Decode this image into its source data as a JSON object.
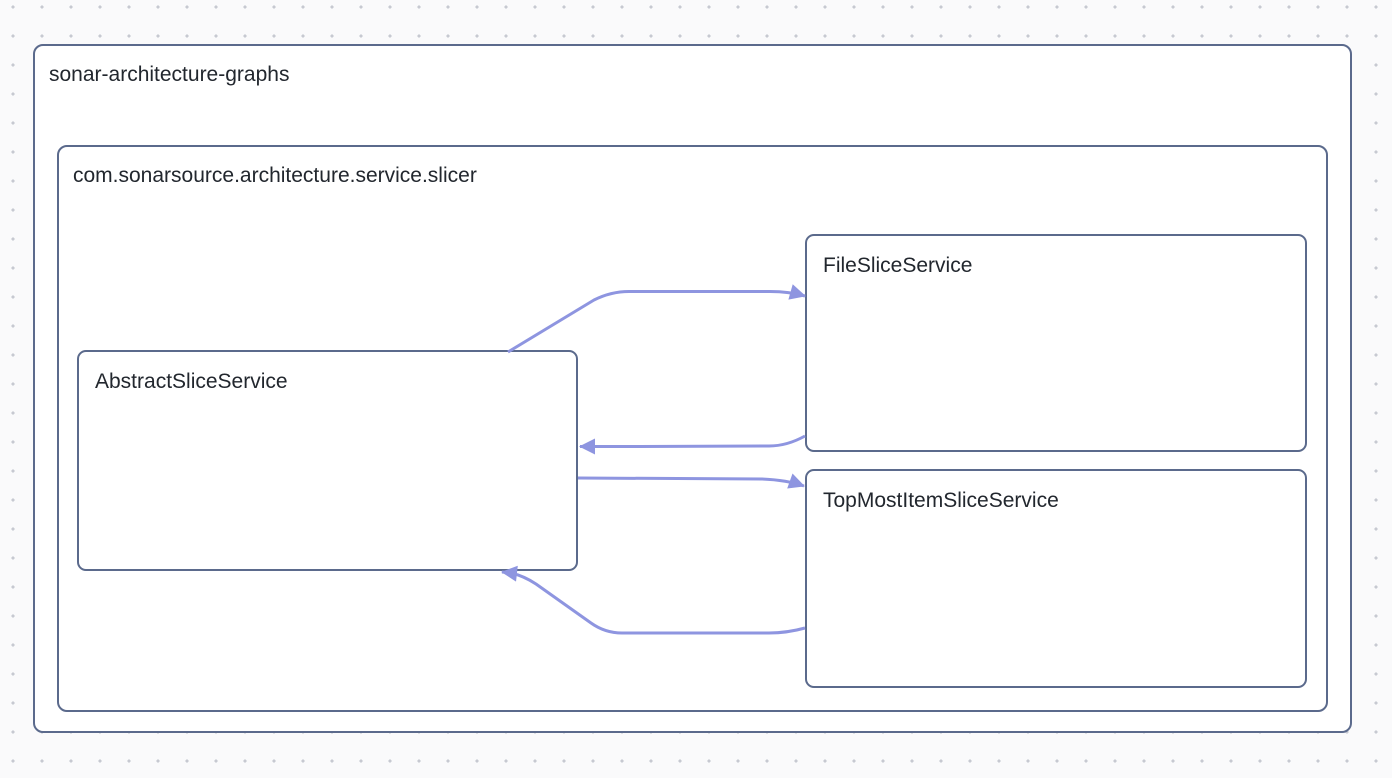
{
  "diagram": {
    "groups": {
      "root": {
        "label": "sonar-architecture-graphs"
      },
      "package": {
        "label": "com.sonarsource.architecture.service.slicer"
      }
    },
    "nodes": [
      {
        "id": "abstract",
        "label": "AbstractSliceService"
      },
      {
        "id": "file",
        "label": "FileSliceService"
      },
      {
        "id": "topmost",
        "label": "TopMostItemSliceService"
      }
    ],
    "edges": [
      {
        "source": "AbstractSliceService",
        "target": "FileSliceService"
      },
      {
        "source": "FileSliceService",
        "target": "AbstractSliceService"
      },
      {
        "source": "AbstractSliceService",
        "target": "TopMostItemSliceService"
      },
      {
        "source": "TopMostItemSliceService",
        "target": "AbstractSliceService"
      }
    ]
  },
  "colors": {
    "container-border": "#5b6a8c",
    "edge": "#8e95e0",
    "text": "#22272e",
    "canvas-bg": "#fafafb",
    "dot": "#c7c9d1",
    "node-bg": "#ffffff"
  }
}
